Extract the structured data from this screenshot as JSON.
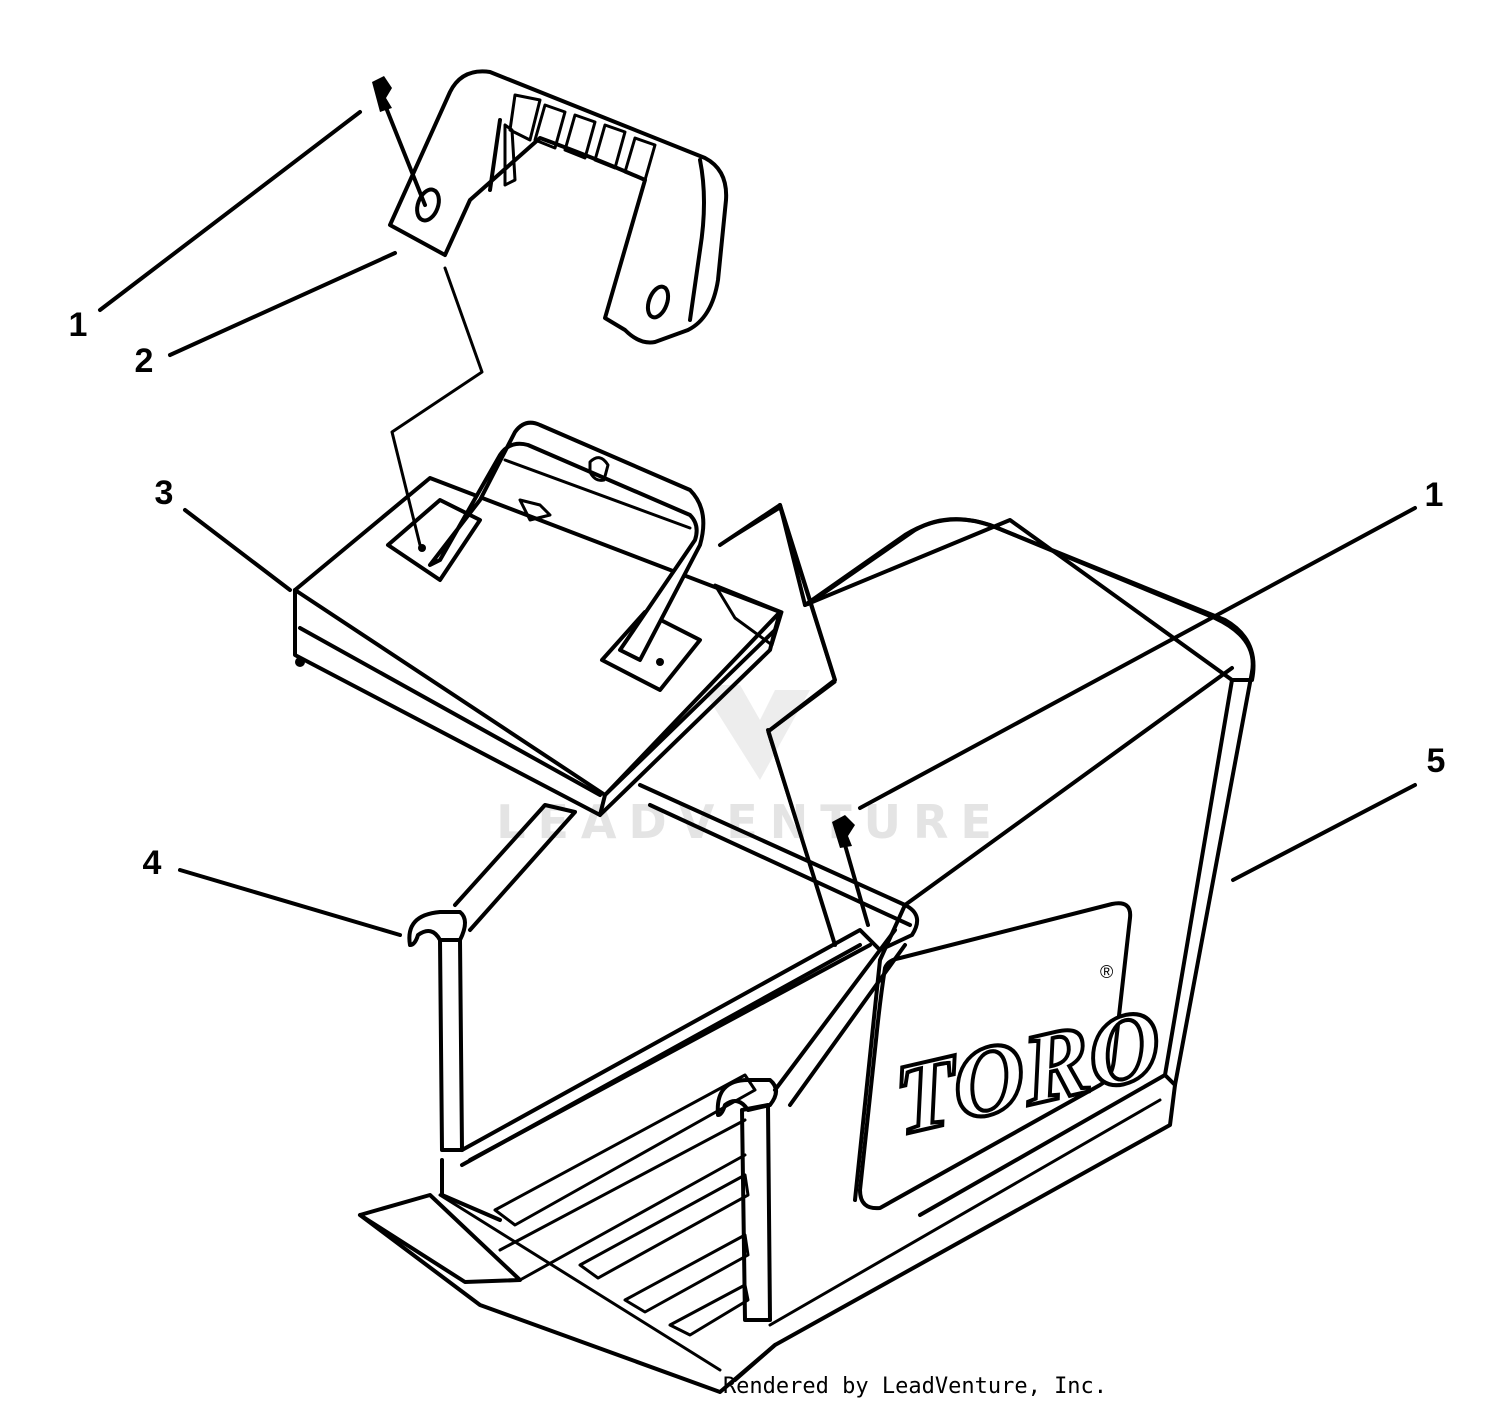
{
  "callouts": [
    {
      "id": "c1a",
      "label": "1"
    },
    {
      "id": "c2",
      "label": "2"
    },
    {
      "id": "c3",
      "label": "3"
    },
    {
      "id": "c1b",
      "label": "1"
    },
    {
      "id": "c5",
      "label": "5"
    },
    {
      "id": "c4",
      "label": "4"
    }
  ],
  "brand_logo": "TORO",
  "brand_mark": "®",
  "watermark": "LEADVENTURE",
  "credit": "Rendered by LeadVenture, Inc."
}
